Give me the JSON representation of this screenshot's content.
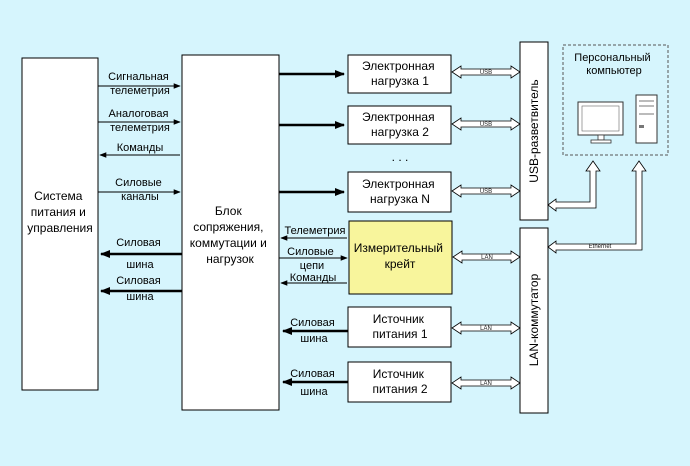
{
  "blocks": {
    "system": [
      "Система",
      "питания и",
      "управления"
    ],
    "interface": [
      "Блок",
      "сопряжения,",
      "коммутации и",
      "нагрузок"
    ],
    "load1": [
      "Электронная",
      "нагрузка 1"
    ],
    "load2": [
      "Электронная",
      "нагрузка 2"
    ],
    "ellipsis": ". . .",
    "loadN": [
      "Электронная",
      "нагрузка N"
    ],
    "crate": [
      "Измерительный",
      "крейт"
    ],
    "psu1": [
      "Источник",
      "питания 1"
    ],
    "psu2": [
      "Источник",
      "питания 2"
    ],
    "usb_hub": "USB-разветвитель",
    "lan_switch": "LAN-коммутатор",
    "pc": [
      "Персональный",
      "компьютер"
    ]
  },
  "links": {
    "signal_telemetry": [
      "Сигнальная",
      "телеметрия"
    ],
    "analog_telemetry": [
      "Аналоговая",
      "телеметрия"
    ],
    "commands": "Команды",
    "power_channels": [
      "Силовые",
      "каналы"
    ],
    "power_bus": [
      "Силовая",
      "шина"
    ],
    "telemetry": "Телеметрия",
    "power_circuits": [
      "Силовые",
      "цепи"
    ],
    "usb": "USB",
    "lan": "LAN",
    "ethernet": "Ethernet"
  },
  "colors": {
    "background": "#d6f5fd",
    "crate_fill": "#f8f59c"
  }
}
